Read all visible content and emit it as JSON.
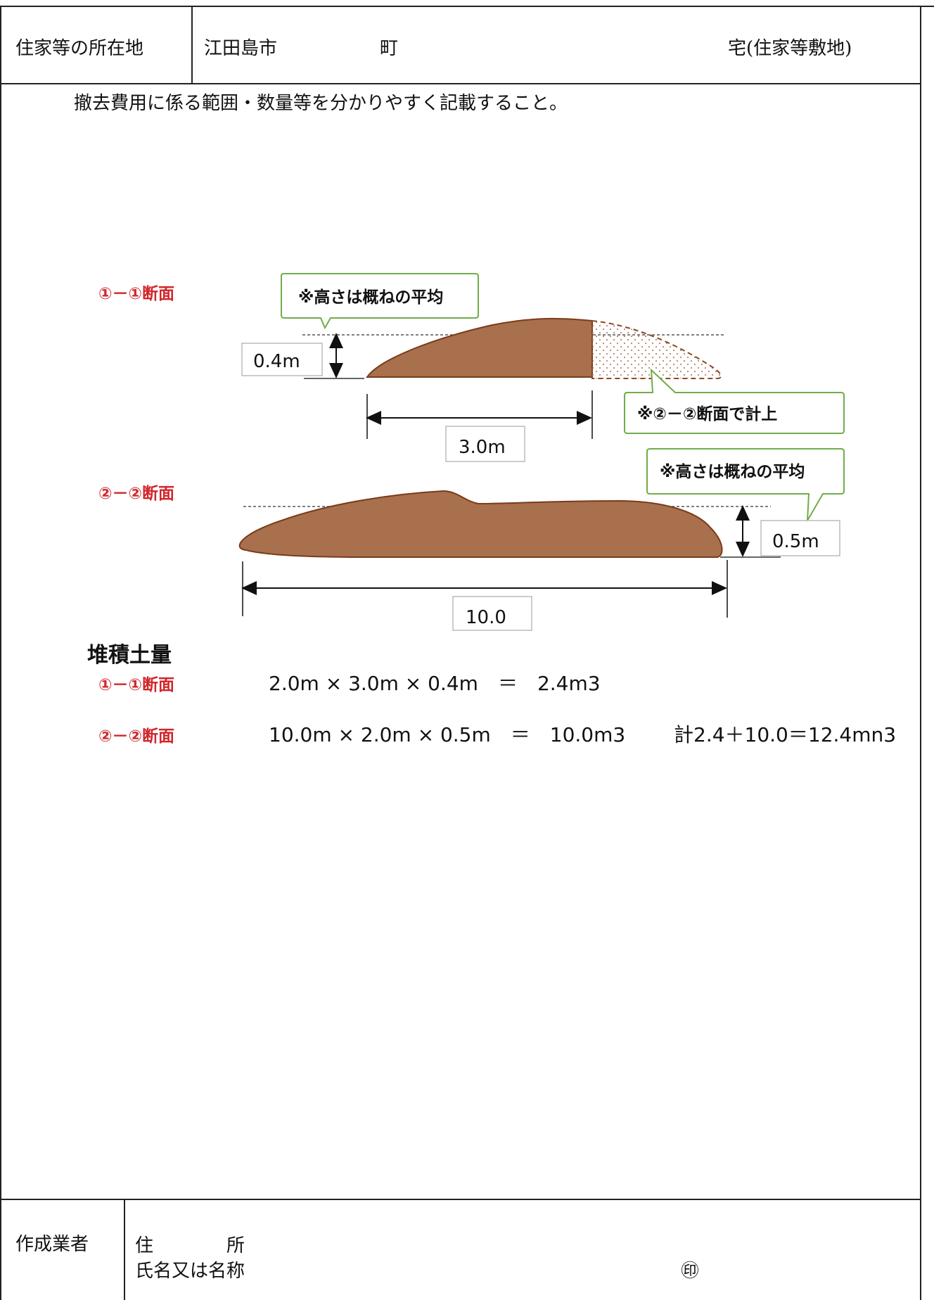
{
  "header": {
    "location_label": "住家等の所在地",
    "city": "江田島市",
    "town": "町",
    "house_suffix": "宅(住家等敷地)"
  },
  "instruction": "撤去費用に係る範囲・数量等を分かりやすく記載すること。",
  "diagram": {
    "section1_label": "①－①断面",
    "section2_label": "②－②断面",
    "callout_avg_height_1": "※高さは概ねの平均",
    "callout_section2_note": "※②－②断面で計上",
    "callout_avg_height_2": "※高さは概ねの平均",
    "height1": "0.4m",
    "width1": "3.0m",
    "height2": "0.5m",
    "width2": "10.0"
  },
  "volume": {
    "title": "堆積土量",
    "rows": [
      {
        "label": "①－①断面",
        "formula": "2.0m × 3.0m × 0.4m　＝　2.4m3",
        "total": ""
      },
      {
        "label": "②－②断面",
        "formula": "10.0m × 2.0m × 0.5m　＝　10.0m3",
        "total": "計2.4＋10.0＝12.4mn3"
      }
    ]
  },
  "footer": {
    "maker_label": "作成業者",
    "address_label": "住　　　　所",
    "name_label": "氏名又は名称",
    "seal": "㊞"
  },
  "colors": {
    "soil": "#a8704c",
    "soil_outline": "#7a3b1a",
    "callout_border": "#70ad47",
    "red_label": "#d0262b"
  }
}
